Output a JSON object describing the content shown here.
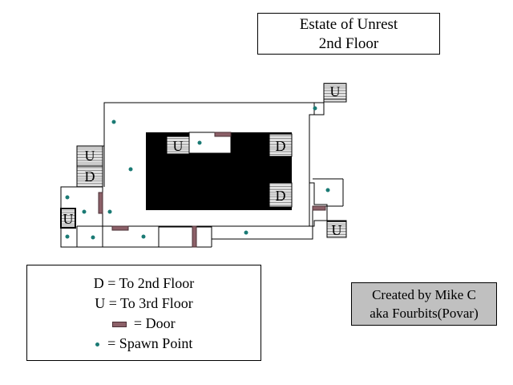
{
  "title": {
    "line1": "Estate of Unrest",
    "line2": "2nd Floor"
  },
  "map": {
    "stair_labels": {
      "up": "U",
      "down": "D"
    },
    "colors": {
      "wall": "#000000",
      "floor": "#ffffff",
      "solid": "#000000",
      "door": "#8c6068",
      "spawn": "#1a7a74",
      "stair_lines": "#808080"
    }
  },
  "legend": {
    "down": "D = To 2nd Floor",
    "up": "U = To 3rd Floor",
    "door": "= Door",
    "spawn": "= Spawn Point"
  },
  "credit": {
    "line1": "Created by Mike C",
    "line2": "aka Fourbits(Povar)"
  }
}
